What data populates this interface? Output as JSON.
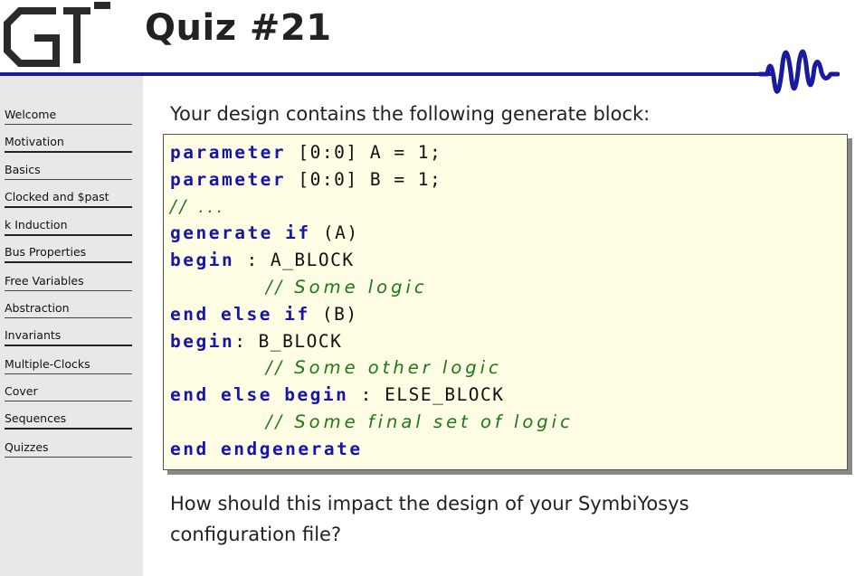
{
  "header": {
    "logo_text": "GT",
    "title": "Quiz #21"
  },
  "sidebar": {
    "items": [
      {
        "label": "Welcome"
      },
      {
        "label": "Motivation"
      },
      {
        "label": "Basics"
      },
      {
        "label": "Clocked and $past"
      },
      {
        "label": "k Induction"
      },
      {
        "label": "Bus Properties"
      },
      {
        "label": "Free Variables"
      },
      {
        "label": "Abstraction"
      },
      {
        "label": "Invariants"
      },
      {
        "label": "Multiple-Clocks"
      },
      {
        "label": "Cover"
      },
      {
        "label": "Sequences"
      },
      {
        "label": "Quizzes"
      }
    ]
  },
  "main": {
    "intro": "Your design contains the following generate block:",
    "code": {
      "l1_kw": "parameter",
      "l1_rest": " [0:0] A = 1;",
      "l2_kw": "parameter",
      "l2_rest": " [0:0] B = 1;",
      "l3_cm": "// ...",
      "l4_kw1": "generate",
      "l4_kw2": "if",
      "l4_rest": " (A)",
      "l5_kw": "begin",
      "l5_rest": " : A_BLOCK",
      "l6_indent": "        ",
      "l6_cm": "// Some logic",
      "l7_kw1": "end",
      "l7_kw2": "else",
      "l7_kw3": "if",
      "l7_rest": " (B)",
      "l8_kw": "begin",
      "l8_rest": ": B_BLOCK",
      "l9_indent": "        ",
      "l9_cm": "// Some other logic",
      "l10_kw1": "end",
      "l10_kw2": "else",
      "l10_kw3": "begin",
      "l10_rest": " : ELSE_BLOCK",
      "l11_indent": "        ",
      "l11_cm": "// Some final set of logic",
      "l12_kw1": "end",
      "l12_kw2": "endgenerate"
    },
    "question": "How should this impact the design of your SymbiYosys configuration file?"
  },
  "colors": {
    "accent_rule": "#1a1a9e",
    "keyword": "#1515a8",
    "comment": "#187a18",
    "code_bg": "#fffde3",
    "sidebar_bg": "#e8e8e8"
  }
}
